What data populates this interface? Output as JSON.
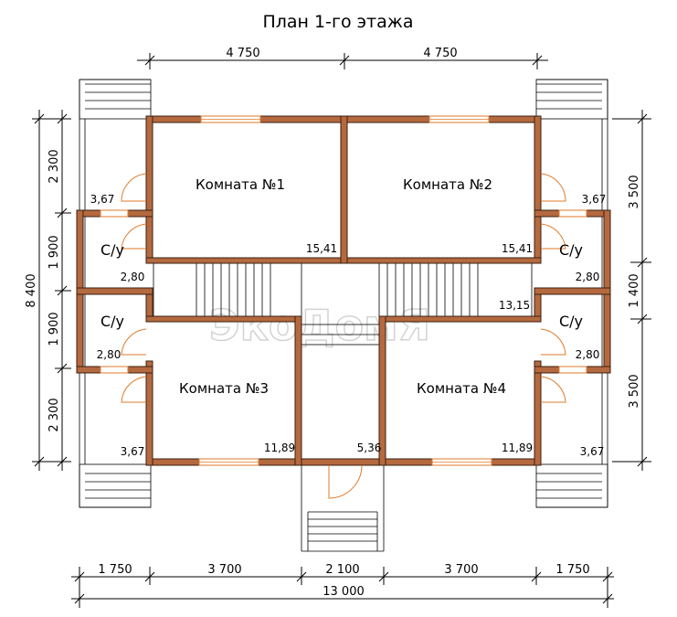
{
  "title": "План 1-го этажа",
  "watermark": "ЭкоДомЯ",
  "rooms": [
    {
      "name": "Комната №1",
      "area": "15,41"
    },
    {
      "name": "Комната №2",
      "area": "15,41"
    },
    {
      "name": "Комната №3",
      "area": "11,89"
    },
    {
      "name": "Комната №4",
      "area": "11,89"
    }
  ],
  "bathrooms": {
    "label": "С/у",
    "area": "2,80"
  },
  "porch_area": "3,67",
  "hall_area": "13,15",
  "entry_area": "5,36",
  "dims": {
    "top": [
      "4 750",
      "4 750"
    ],
    "bottom": [
      "1 750",
      "3 700",
      "2 100",
      "3 700",
      "1 750"
    ],
    "bottom_total": "13 000",
    "left": [
      "2 300",
      "1 900",
      "1 900",
      "2 300"
    ],
    "left_total": "8 400",
    "right": [
      "3 500",
      "1 400",
      "3 500"
    ]
  },
  "colors": {
    "wall": "#b5693f",
    "door": "#e07a2a",
    "line": "#000000"
  }
}
